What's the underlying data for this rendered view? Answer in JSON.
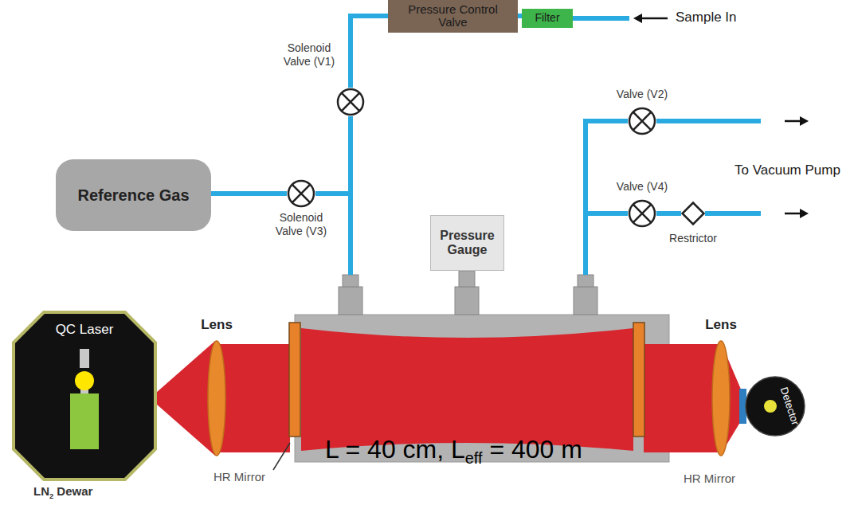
{
  "diagram": {
    "nodes": [
      {
        "text": [
          "Pressure Control Valve"
        ]
      },
      {
        "text": [
          "Filter"
        ]
      },
      {
        "text": [
          "Solenoid Valve (V1)"
        ]
      },
      {
        "text": [
          "Valve (V2)"
        ]
      },
      {
        "text": [
          "Reference Gas"
        ]
      },
      {
        "text": [
          "Solenoid Valve (V3)"
        ]
      },
      {
        "text": [
          "Valve (V4)"
        ]
      },
      {
        "text": [
          "Restrictor"
        ]
      },
      {
        "text": [
          "Pressure Gauge"
        ]
      },
      {
        "text": [
          "QC Laser"
        ]
      },
      {
        "text": [
          "Detector"
        ]
      }
    ],
    "edges": [
      {
        "from": 1,
        "to": 0,
        "arrow": "none"
      },
      {
        "from": 0,
        "to": 2,
        "arrow": "none"
      },
      {
        "from": 4,
        "to": 5,
        "arrow": "none"
      },
      {
        "from": 6,
        "to": 7,
        "arrow": "none"
      }
    ],
    "labels": [
      "Sample In",
      "To Vacuum Pump",
      "Lens",
      "Lens",
      "HR Mirror",
      "HR Mirror",
      "LN",
      "2",
      "Dewar",
      "L = 40 cm, L",
      "eff",
      "= 400 m"
    ]
  }
}
